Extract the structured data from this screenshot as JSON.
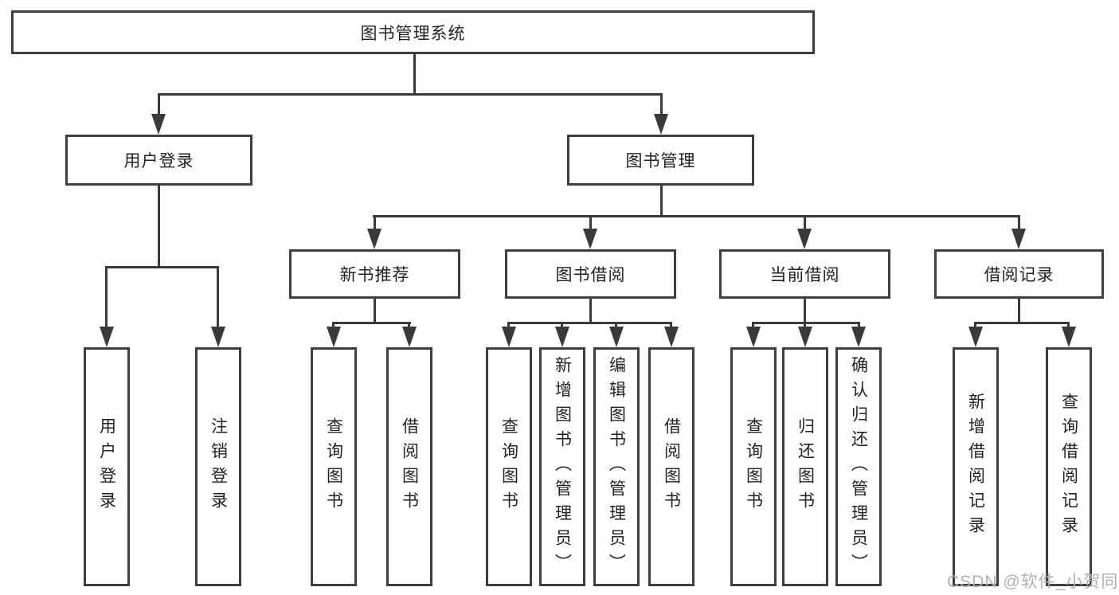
{
  "diagram": {
    "title": "图书管理系统",
    "type": "functional-structure-tree",
    "colors": {
      "line": "#3a3a3a",
      "box_border": "#3f3f3f",
      "text": "#222222",
      "background": "#ffffff",
      "watermark": "#b0b0b0"
    },
    "nodes": {
      "root": {
        "label": "图书管理系统"
      },
      "login": {
        "label": "用户登录"
      },
      "mgmt": {
        "label": "图书管理"
      },
      "rec": {
        "label": "新书推荐"
      },
      "borrow": {
        "label": "图书借阅"
      },
      "current": {
        "label": "当前借阅"
      },
      "records": {
        "label": "借阅记录"
      },
      "l1a": {
        "label": "用户登录"
      },
      "l1b": {
        "label": "注销登录"
      },
      "l2a": {
        "label": "查询图书"
      },
      "l2b": {
        "label": "借阅图书"
      },
      "l3a": {
        "label": "查询图书"
      },
      "l3b": {
        "label": "新增图书（管理员）"
      },
      "l3c": {
        "label": "编辑图书（管理员）"
      },
      "l3d": {
        "label": "借阅图书"
      },
      "l4a": {
        "label": "查询图书"
      },
      "l4b": {
        "label": "归还图书"
      },
      "l4c": {
        "label": "确认归还（管理员）"
      },
      "l5a": {
        "label": "新增借阅记录"
      },
      "l5b": {
        "label": "查询借阅记录"
      }
    },
    "hierarchy": {
      "root": [
        "login",
        "mgmt"
      ],
      "login": [
        "l1a",
        "l1b"
      ],
      "mgmt": [
        "rec",
        "borrow",
        "current",
        "records"
      ],
      "rec": [
        "l2a",
        "l2b"
      ],
      "borrow": [
        "l3a",
        "l3b",
        "l3c",
        "l3d"
      ],
      "current": [
        "l4a",
        "l4b",
        "l4c"
      ],
      "records": [
        "l5a",
        "l5b"
      ]
    }
  },
  "watermark": {
    "text": "CSDN @软件_小贺同学"
  }
}
